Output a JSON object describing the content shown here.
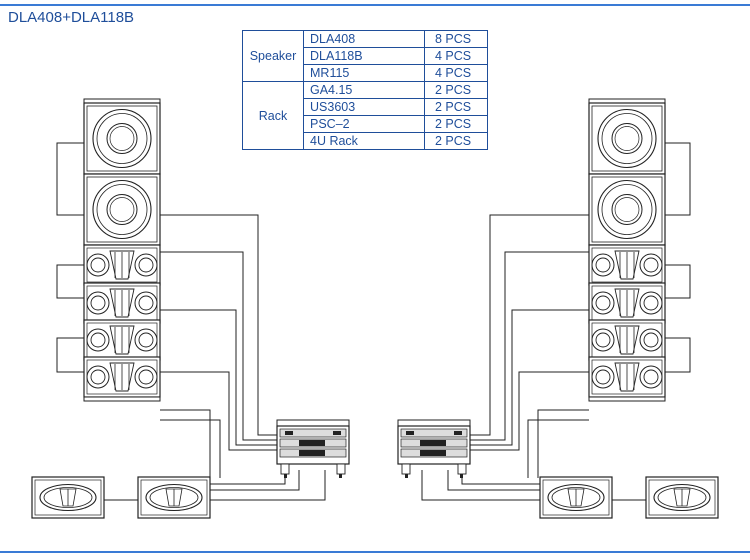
{
  "title": "DLA408+DLA118B",
  "table": {
    "groups": [
      {
        "label": "Speaker",
        "rows": [
          {
            "name": "DLA408",
            "qty": "8 PCS"
          },
          {
            "name": "DLA118B",
            "qty": "4 PCS"
          },
          {
            "name": "MR115",
            "qty": "4 PCS"
          }
        ]
      },
      {
        "label": "Rack",
        "rows": [
          {
            "name": "GA4.15",
            "qty": "2 PCS"
          },
          {
            "name": "US3603",
            "qty": "2 PCS"
          },
          {
            "name": "PSC–2",
            "qty": "2 PCS"
          },
          {
            "name": "4U Rack",
            "qty": "2 PCS"
          }
        ]
      }
    ]
  },
  "colors": {
    "accent": "#1f4e9a",
    "rule": "#3a7bd5",
    "line": "#222222"
  }
}
